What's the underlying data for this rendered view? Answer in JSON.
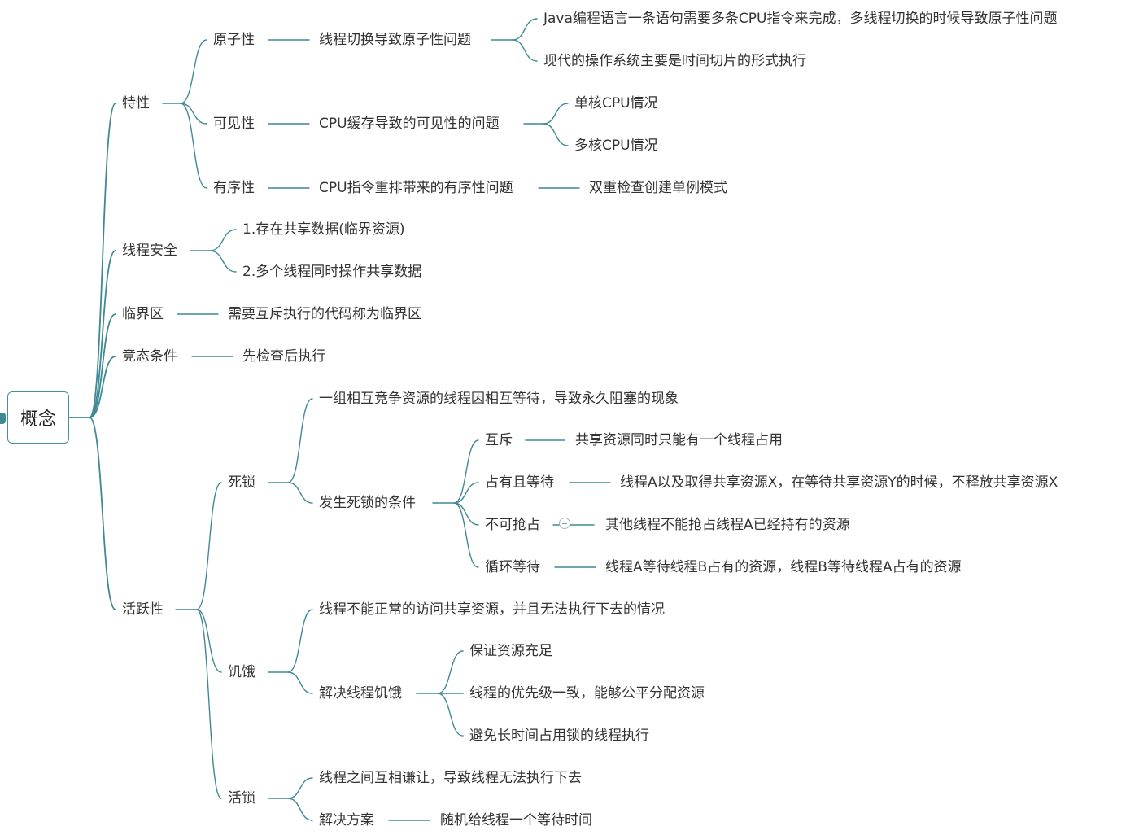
{
  "root": {
    "label": "概念"
  },
  "nodes": [
    {
      "id": "texing",
      "label": "特性"
    },
    {
      "id": "yuanzixing",
      "label": "原子性"
    },
    {
      "id": "yuanzixing-desc",
      "label": "线程切换导致原子性问题"
    },
    {
      "id": "yuanzixing-java",
      "label": "Java编程语言一条语句需要多条CPU指令来完成，多线程切换的时候导致原子性问题"
    },
    {
      "id": "yuanzixing-os",
      "label": "现代的操作系统主要是时间切片的形式执行"
    },
    {
      "id": "kejianxing",
      "label": "可见性"
    },
    {
      "id": "kejianxing-desc",
      "label": "CPU缓存导致的可见性的问题"
    },
    {
      "id": "danhe",
      "label": "单核CPU情况"
    },
    {
      "id": "duohe",
      "label": "多核CPU情况"
    },
    {
      "id": "youxuxing",
      "label": "有序性"
    },
    {
      "id": "youxuxing-desc",
      "label": "CPU指令重排带来的有序性问题"
    },
    {
      "id": "shuangchong",
      "label": "双重检查创建单例模式"
    },
    {
      "id": "xianchenganquan",
      "label": "线程安全"
    },
    {
      "id": "anquan-1",
      "label": "1.存在共享数据(临界资源)"
    },
    {
      "id": "anquan-2",
      "label": "2.多个线程同时操作共享数据"
    },
    {
      "id": "linjiequ",
      "label": "临界区"
    },
    {
      "id": "linjiequ-desc",
      "label": "需要互斥执行的代码称为临界区"
    },
    {
      "id": "jingtai",
      "label": "竞态条件"
    },
    {
      "id": "jingtai-desc",
      "label": "先检查后执行"
    },
    {
      "id": "huoyuexing",
      "label": "活跃性"
    },
    {
      "id": "sisuo",
      "label": "死锁"
    },
    {
      "id": "sisuo-desc",
      "label": "一组相互竞争资源的线程因相互等待，导致永久阻塞的现象"
    },
    {
      "id": "sisuo-tiaojian",
      "label": "发生死锁的条件"
    },
    {
      "id": "huchi",
      "label": "互斥"
    },
    {
      "id": "huchi-desc",
      "label": "共享资源同时只能有一个线程占用"
    },
    {
      "id": "zhanyou",
      "label": "占有且等待"
    },
    {
      "id": "zhanyou-desc",
      "label": "线程A以及取得共享资源X，在等待共享资源Y的时候，不释放共享资源X"
    },
    {
      "id": "bukeqiang",
      "label": "不可抢占"
    },
    {
      "id": "bukeqiang-desc",
      "label": "其他线程不能抢占线程A已经持有的资源"
    },
    {
      "id": "xunhuan",
      "label": "循环等待"
    },
    {
      "id": "xunhuan-desc",
      "label": "线程A等待线程B占有的资源，线程B等待线程A占有的资源"
    },
    {
      "id": "jie",
      "label": "饥饿"
    },
    {
      "id": "jie-desc",
      "label": "线程不能正常的访问共享资源，并且无法执行下去的情况"
    },
    {
      "id": "jie-jiejue",
      "label": "解决线程饥饿"
    },
    {
      "id": "baozheng",
      "label": "保证资源充足"
    },
    {
      "id": "youxianji",
      "label": "线程的优先级一致，能够公平分配资源"
    },
    {
      "id": "bimian",
      "label": "避免长时间占用锁的线程执行"
    },
    {
      "id": "huosuo",
      "label": "活锁"
    },
    {
      "id": "huosuo-desc",
      "label": "线程之间互相谦让，导致线程无法执行下去"
    },
    {
      "id": "huosuo-fangan",
      "label": "解决方案"
    },
    {
      "id": "suiji",
      "label": "随机给线程一个等待时间"
    }
  ],
  "colors": {
    "line": "#3f8994",
    "text": "#333333",
    "root_border": "#4a8e9a"
  }
}
